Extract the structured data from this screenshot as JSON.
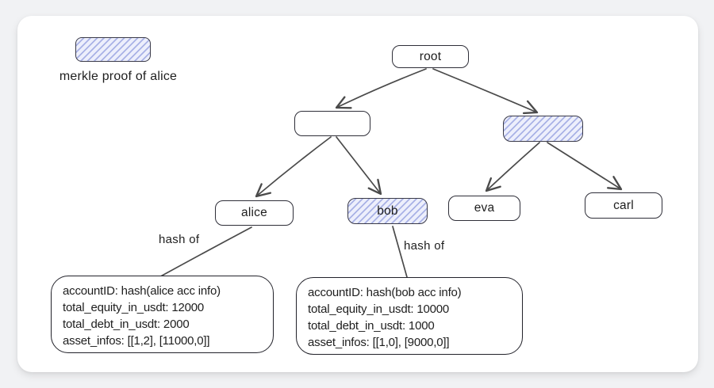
{
  "legend": {
    "swatch_icon": "hatched-rectangle",
    "label": "merkle proof of alice"
  },
  "nodes": {
    "root": "root",
    "internal_left": "",
    "internal_right": "",
    "alice": "alice",
    "bob": "bob",
    "eva": "eva",
    "carl": "carl"
  },
  "edge_labels": {
    "alice_hash_of": "hash of",
    "bob_hash_of": "hash of"
  },
  "account_boxes": {
    "alice": {
      "lines": [
        "accountID: hash(alice acc info)",
        "total_equity_in_usdt: 12000",
        "total_debt_in_usdt: 2000",
        "asset_infos: [[1,2], [11000,0]]"
      ]
    },
    "bob": {
      "lines": [
        "accountID: hash(bob acc info)",
        "total_equity_in_usdt: 10000",
        "total_debt_in_usdt: 1000",
        "asset_infos: [[1,0], [9000,0]]"
      ]
    }
  },
  "colors": {
    "page_background": "#f1f2f4",
    "canvas_background": "#ffffff",
    "shape_stroke": "#2e2e38",
    "edge_stroke": "#4a4a4a",
    "hatch_line": "#a9b2e6",
    "hatch_fill": "#edeffc",
    "text": "#1e1e1e"
  }
}
